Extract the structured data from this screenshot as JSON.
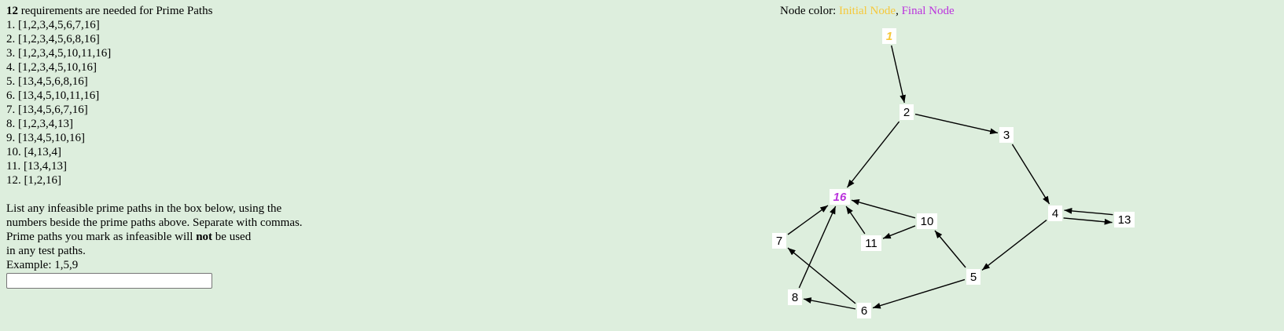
{
  "header": {
    "count": "12",
    "text": " requirements are needed for Prime Paths"
  },
  "prime_paths": [
    "1. [1,2,3,4,5,6,7,16]",
    "2. [1,2,3,4,5,6,8,16]",
    "3. [1,2,3,4,5,10,11,16]",
    "4. [1,2,3,4,5,10,16]",
    "5. [13,4,5,6,8,16]",
    "6. [13,4,5,10,11,16]",
    "7. [13,4,5,6,7,16]",
    "8. [1,2,3,4,13]",
    "9. [13,4,5,10,16]",
    "10. [4,13,4]",
    "11. [13,4,13]",
    "12. [1,2,16]"
  ],
  "instructions": {
    "line1": "List any infeasible prime paths in the box below, using the",
    "line2": "numbers beside the prime paths above. Separate with commas.",
    "line3_pre": "Prime paths you mark as infeasible will ",
    "line3_bold": "not",
    "line3_post": " be used",
    "line4": "in any test paths.",
    "example": "Example: 1,5,9"
  },
  "answer": {
    "value": ""
  },
  "legend": {
    "prefix": "Node color: ",
    "initial": "Initial Node",
    "separator": ", ",
    "final": "Final Node"
  },
  "colors": {
    "initial": "#f6c83a",
    "final": "#bb33dd",
    "background": "#ddeedd",
    "highlight_node": "#fdf6dc"
  },
  "graph": {
    "nodes": [
      {
        "id": "1",
        "label": "1",
        "kind": "initial"
      },
      {
        "id": "2",
        "label": "2",
        "kind": "normal"
      },
      {
        "id": "3",
        "label": "3",
        "kind": "normal"
      },
      {
        "id": "4",
        "label": "4",
        "kind": "normal"
      },
      {
        "id": "5",
        "label": "5",
        "kind": "normal"
      },
      {
        "id": "6",
        "label": "6",
        "kind": "normal"
      },
      {
        "id": "7",
        "label": "7",
        "kind": "normal"
      },
      {
        "id": "8",
        "label": "8",
        "kind": "normal"
      },
      {
        "id": "10",
        "label": "10",
        "kind": "normal"
      },
      {
        "id": "11",
        "label": "11",
        "kind": "highlight"
      },
      {
        "id": "13",
        "label": "13",
        "kind": "normal"
      },
      {
        "id": "16",
        "label": "16",
        "kind": "final"
      }
    ],
    "edges": [
      [
        "1",
        "2"
      ],
      [
        "2",
        "3"
      ],
      [
        "2",
        "16"
      ],
      [
        "3",
        "4"
      ],
      [
        "4",
        "13"
      ],
      [
        "13",
        "4"
      ],
      [
        "4",
        "5"
      ],
      [
        "5",
        "10"
      ],
      [
        "5",
        "6"
      ],
      [
        "10",
        "16"
      ],
      [
        "10",
        "11"
      ],
      [
        "11",
        "16"
      ],
      [
        "6",
        "7"
      ],
      [
        "6",
        "8"
      ],
      [
        "7",
        "16"
      ],
      [
        "8",
        "16"
      ]
    ]
  }
}
